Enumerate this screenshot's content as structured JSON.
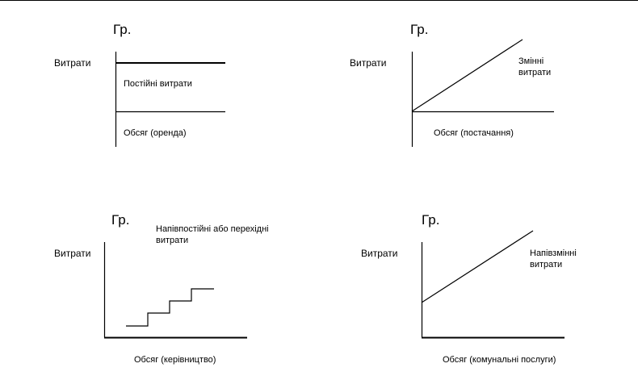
{
  "diagrams": [
    {
      "unit": "Гр.",
      "ylabel": "Витрати",
      "xlabel": "Обсяг (оренда)",
      "curve_label": "Постійні витрати",
      "curve_type": "fixed"
    },
    {
      "unit": "Гр.",
      "ylabel": "Витрати",
      "xlabel": "Обсяг (постачання)",
      "curve_label": "Змінні\nвитрати",
      "curve_type": "variable"
    },
    {
      "unit": "Гр.",
      "ylabel": "Витрати",
      "xlabel": "Обсяг (керівництво)",
      "curve_label": "Напівпостійні або перехідні\nвитрати",
      "curve_type": "step"
    },
    {
      "unit": "Гр.",
      "ylabel": "Витрати",
      "xlabel": "Обсяг (комунальні послуги)",
      "curve_label": "Напівзмінні\nвитрати",
      "curve_type": "semi-variable"
    }
  ]
}
